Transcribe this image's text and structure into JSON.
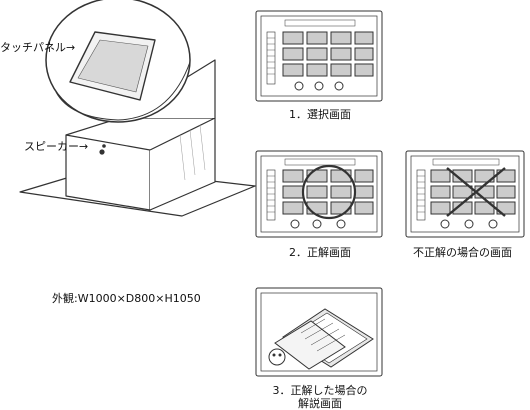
{
  "labels": {
    "touch_panel": "タッチパネル→",
    "speaker": "スピーカー→",
    "dimensions": "外観:W1000×D800×H1050"
  },
  "captions": {
    "selection": "1．選択画面",
    "correct": "2．正解画面",
    "incorrect": "不正解の場合の画面",
    "explanation_line1": "3．正解した場合の",
    "explanation_line2": "解説画面"
  },
  "colors": {
    "ink": "#111111",
    "sketch": "#444444",
    "paper": "#ffffff"
  }
}
